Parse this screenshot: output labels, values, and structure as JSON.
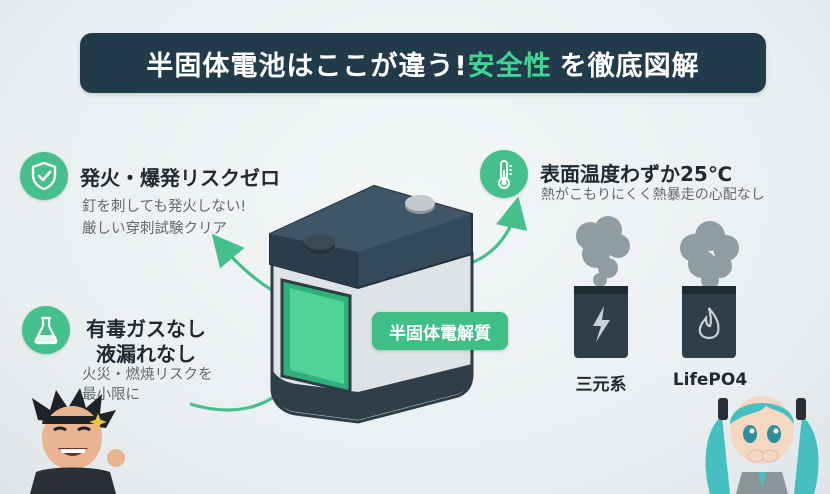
{
  "title": {
    "main": "半固体電池はここが違う!",
    "accent": "安全性",
    "tail": "を徹底図解"
  },
  "fire": {
    "heading": "発火・爆発リスクゼロ",
    "lines": [
      "釘を刺しても発火しない!",
      "厳しい穿刺試験クリア"
    ]
  },
  "gas": {
    "heading_lines": [
      "有毒ガスなし",
      "液漏れなし"
    ],
    "lines": [
      "火災・燃焼リスクを",
      "最小限に"
    ]
  },
  "temp": {
    "heading": "表面温度わずか25℃",
    "sub": "熱がこもりにくく熱暴走の心配なし"
  },
  "battery": {
    "label": "半固体電解質"
  },
  "cells": [
    {
      "label": "三元系",
      "icon": "lightning-bolt-icon"
    },
    {
      "label": "LifePO4",
      "icon": "flame-icon"
    }
  ],
  "colors": {
    "accent_green": "#3fd594",
    "navy": "#213b4b",
    "icon_green": "#45c08a"
  }
}
